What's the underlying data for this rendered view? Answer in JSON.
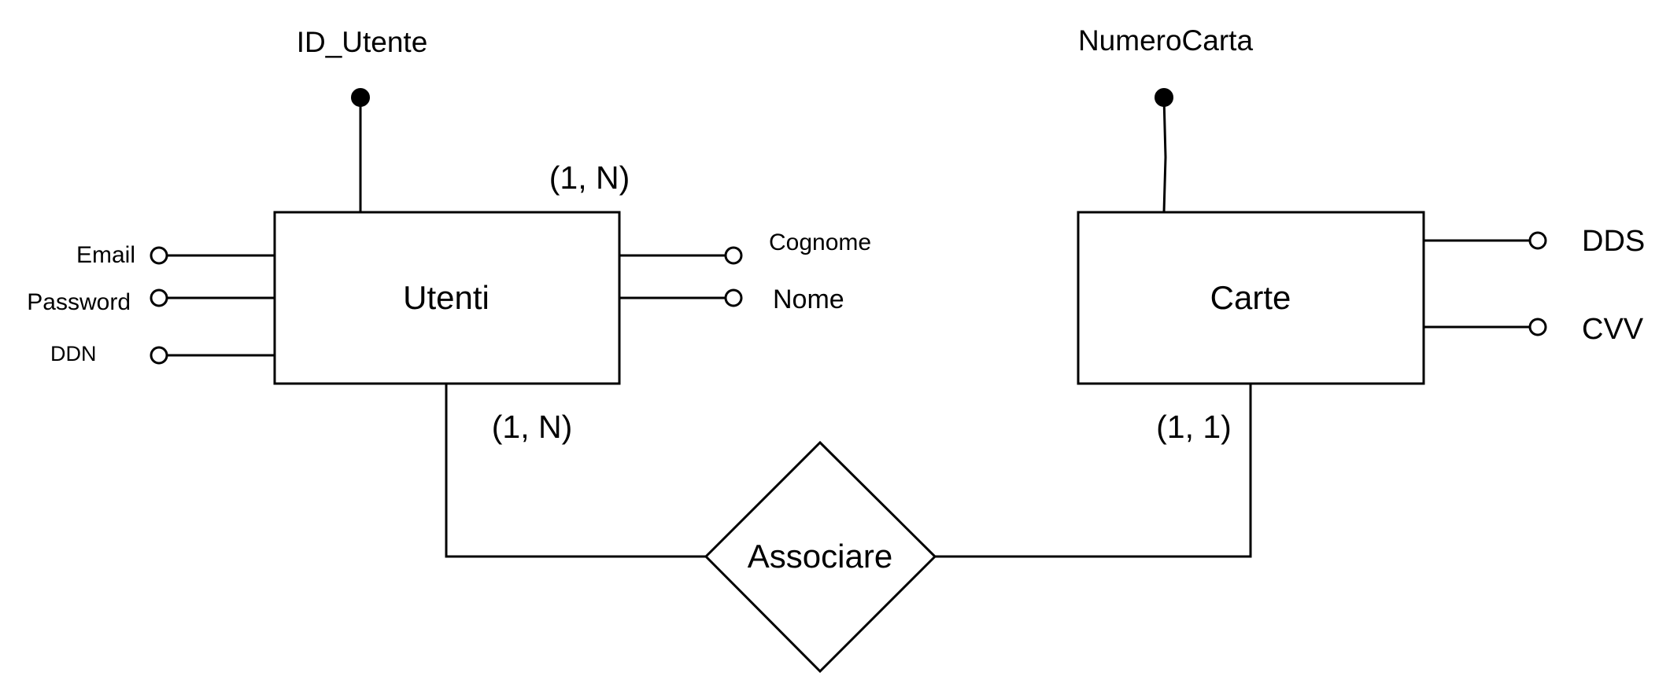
{
  "entities": {
    "utenti": {
      "name": "Utenti",
      "key": "ID_Utente",
      "attributes_left": [
        "Email",
        "Password",
        "DDN"
      ],
      "attributes_right": [
        "Cognome",
        "Nome"
      ],
      "cardinality_top": "(1, N)",
      "cardinality_bottom": "(1, N)"
    },
    "carte": {
      "name": "Carte",
      "key": "NumeroCarta",
      "attributes_right": [
        "DDS",
        "CVV"
      ],
      "cardinality_bottom": "(1, 1)"
    }
  },
  "relationship": {
    "name": "Associare"
  }
}
